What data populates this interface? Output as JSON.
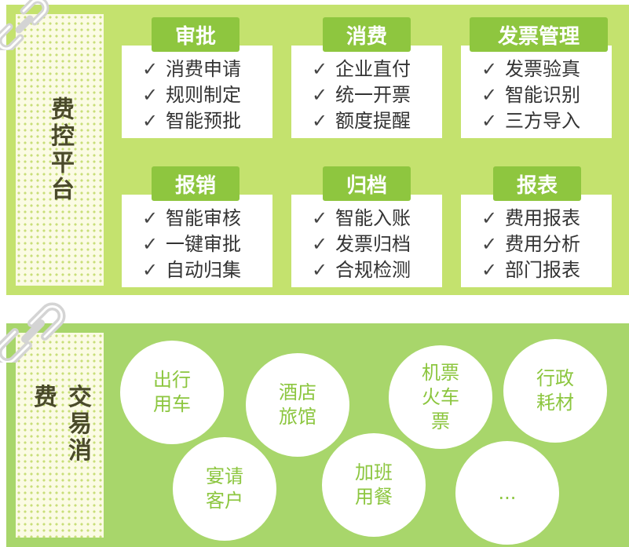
{
  "top_section": {
    "title": "费控平台",
    "cards": [
      {
        "tab": "审批",
        "items": [
          "消费申请",
          "规则制定",
          "智能预批"
        ]
      },
      {
        "tab": "消费",
        "items": [
          "企业直付",
          "统一开票",
          "额度提醒"
        ]
      },
      {
        "tab": "发票管理",
        "items": [
          "发票验真",
          "智能识别",
          "三方导入"
        ]
      },
      {
        "tab": "报销",
        "items": [
          "智能审核",
          "一键审批",
          "自动归集"
        ]
      },
      {
        "tab": "归档",
        "items": [
          "智能入账",
          "发票归档",
          "合规检测"
        ]
      },
      {
        "tab": "报表",
        "items": [
          "费用报表",
          "费用分析",
          "部门报表"
        ]
      }
    ],
    "check_mark": "✓"
  },
  "bottom_section": {
    "title": "交易消费",
    "circles": [
      "出行\n用车",
      "酒店\n旅馆",
      "机票\n火车\n票",
      "行政\n耗材",
      "宴请\n客户",
      "加班\n用餐",
      "..."
    ]
  },
  "colors": {
    "top_panel": "#c4e26e",
    "bottom_panel": "#a8d66b",
    "tab_green": "#8ec63f",
    "circle_text": "#8cc63f"
  },
  "icons": [
    "chain-link-icon",
    "check-icon"
  ]
}
